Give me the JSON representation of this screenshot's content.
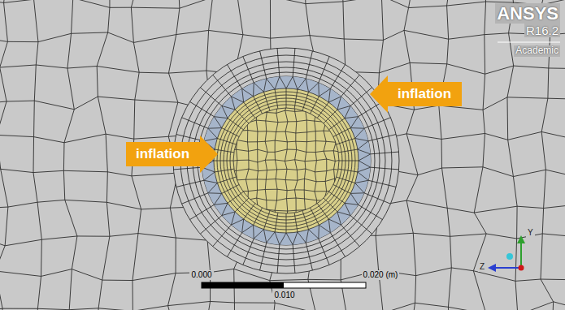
{
  "diagram": {
    "nodes": [
      {
        "text": [
          "inflation"
        ]
      },
      {
        "text": [
          "inflation"
        ]
      }
    ],
    "labels": [
      "ANSYS",
      "R16.2",
      "Academic",
      "0.000",
      "0.020 (m)",
      "0.010",
      "Y",
      "Z"
    ]
  }
}
